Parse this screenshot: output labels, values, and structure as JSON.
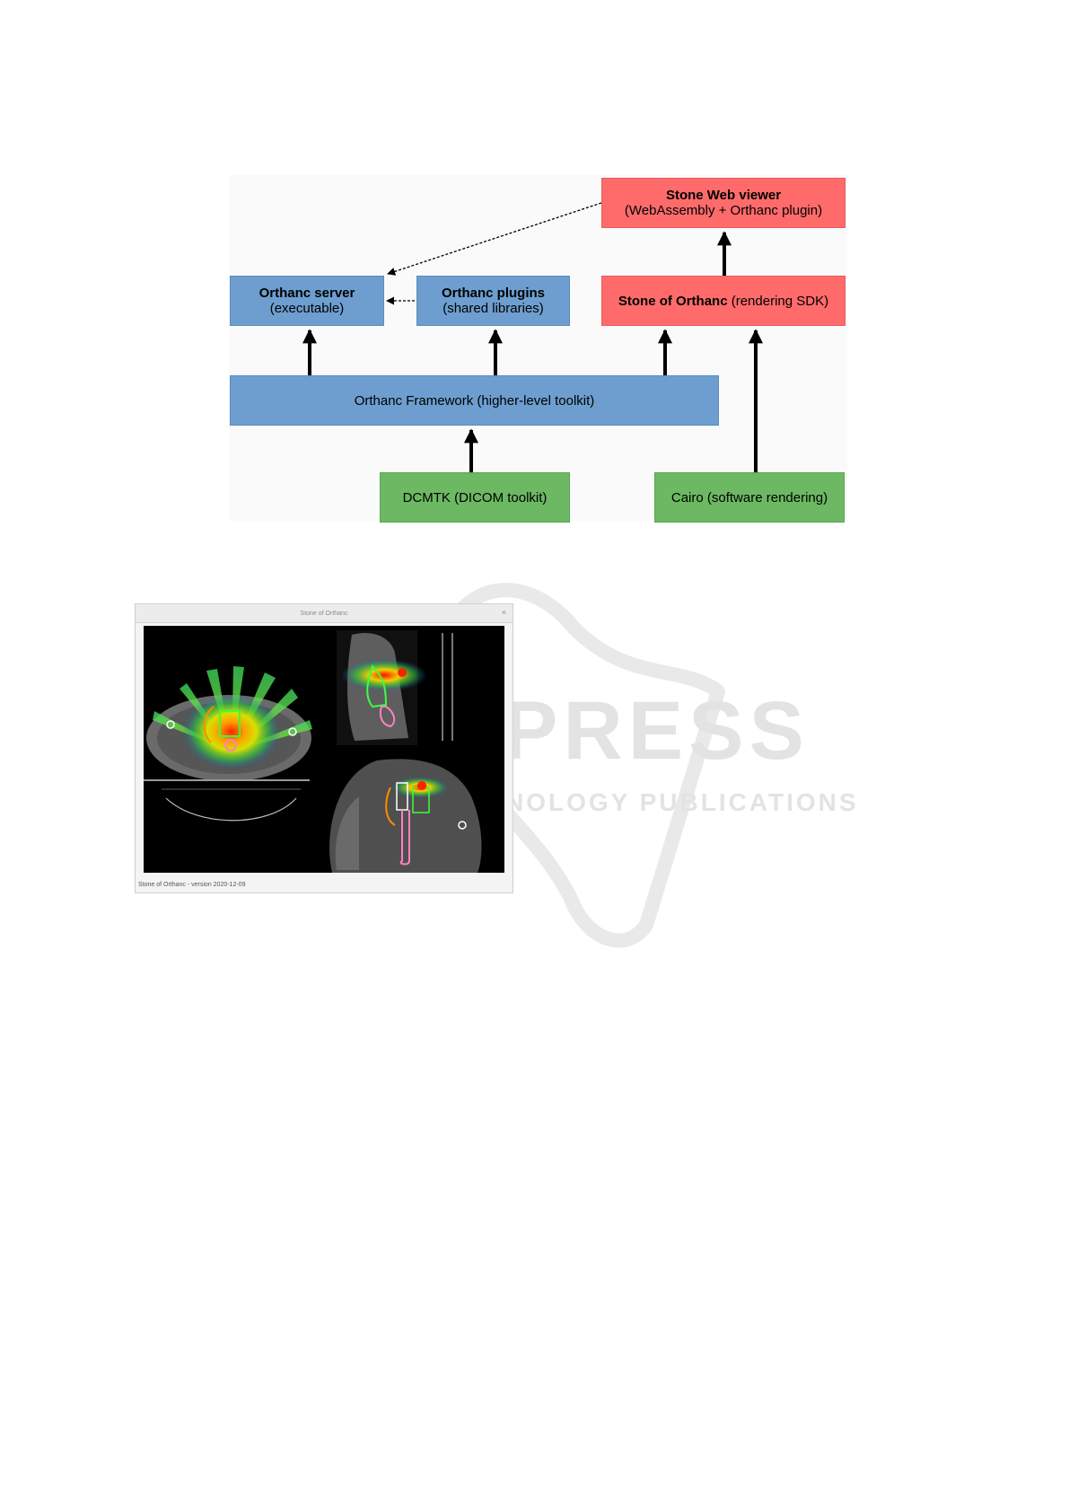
{
  "diagram": {
    "boxes": {
      "stone_web_viewer": {
        "title": "Stone Web viewer",
        "subtitle": "(WebAssembly + Orthanc plugin)"
      },
      "orthanc_server": {
        "title": "Orthanc server",
        "subtitle": "(executable)"
      },
      "orthanc_plugins": {
        "title": "Orthanc plugins",
        "subtitle": "(shared libraries)"
      },
      "stone_of_orthanc": {
        "title": "Stone of Orthanc",
        "subtitle": "(rendering SDK)"
      },
      "orthanc_framework": {
        "label": "Orthanc Framework (higher-level toolkit)"
      },
      "dcmtk": {
        "label": "DCMTK (DICOM toolkit)"
      },
      "cairo": {
        "label": "Cairo (software rendering)"
      }
    },
    "colors": {
      "blue": "#6d9ecf",
      "red": "#ff6b6b",
      "green": "#6cb863"
    }
  },
  "window": {
    "title": "Stone of Orthanc",
    "close_glyph": "×",
    "status": "Stone of Orthanc - version 2020-12-09"
  },
  "watermark": {
    "word": "PRESS",
    "subtitle": "NOLOGY PUBLICATIONS"
  }
}
